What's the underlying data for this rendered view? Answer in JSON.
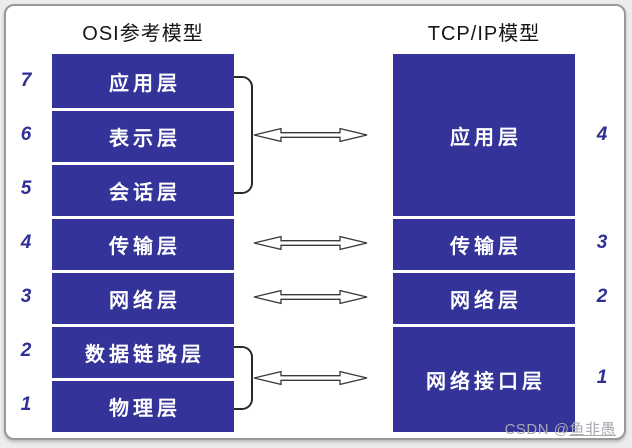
{
  "diagram": {
    "osi": {
      "title": "OSI参考模型",
      "layers": [
        {
          "num": "7",
          "label": "应用层"
        },
        {
          "num": "6",
          "label": "表示层"
        },
        {
          "num": "5",
          "label": "会话层"
        },
        {
          "num": "4",
          "label": "传输层"
        },
        {
          "num": "3",
          "label": "网络层"
        },
        {
          "num": "2",
          "label": "数据链路层"
        },
        {
          "num": "1",
          "label": "物理层"
        }
      ]
    },
    "tcpip": {
      "title": "TCP/IP模型",
      "layers": [
        {
          "num": "4",
          "label": "应用层",
          "span": 3
        },
        {
          "num": "3",
          "label": "传输层",
          "span": 1
        },
        {
          "num": "2",
          "label": "网络层",
          "span": 1
        },
        {
          "num": "1",
          "label": "网络接口层",
          "span": 2
        }
      ]
    },
    "mappings": [
      {
        "osi_rows": [
          0,
          1,
          2
        ],
        "tcpip_row": 0
      },
      {
        "osi_rows": [
          3
        ],
        "tcpip_row": 1
      },
      {
        "osi_rows": [
          4
        ],
        "tcpip_row": 2
      },
      {
        "osi_rows": [
          5,
          6
        ],
        "tcpip_row": 3
      }
    ],
    "brackets": [
      {
        "osi_first_row": 0,
        "osi_last_row": 2
      },
      {
        "osi_first_row": 5,
        "osi_last_row": 6
      }
    ],
    "watermark": {
      "prefix": "CSDN @",
      "name": "鱼非愚"
    },
    "colors": {
      "page_bg": "#ececec",
      "card_border": "#999999",
      "layer_fill": "#333399",
      "layer_text": "#ffffff",
      "number_text": "#2f2f96",
      "title_text": "#161616",
      "arrow_stroke": "#3a3a3a",
      "arrow_fill": "#ffffff",
      "bracket_stroke": "#2a2a2a",
      "watermark": "#a9aab2"
    }
  }
}
